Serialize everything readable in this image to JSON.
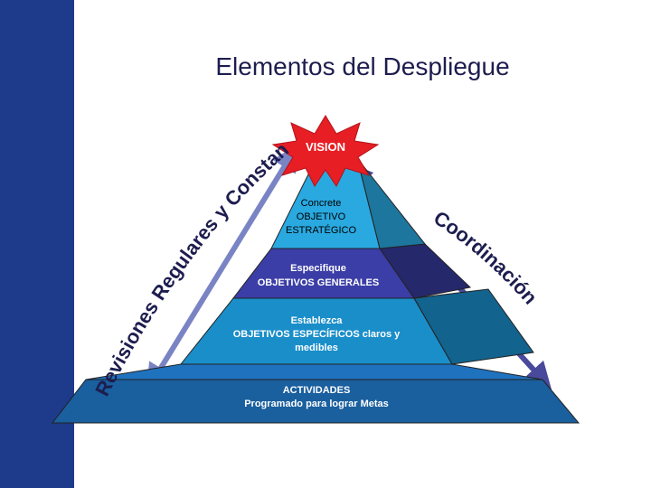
{
  "title": "Elementos del Despliegue",
  "colors": {
    "sidebar": "#1e3a8a",
    "apex": "#29a9e0",
    "level2": "#3b3ea6",
    "level3": "#1a8ec9",
    "level4": "#1a5f9e",
    "starburst": "#e81e25",
    "arrow_left": "#7a84c4",
    "arrow_right": "#4a4a9c"
  },
  "vision": "VISION",
  "levels": [
    {
      "lines": [
        "Concrete",
        "OBJETIVO",
        "ESTRATÉGICO"
      ]
    },
    {
      "lines": [
        "Especifique",
        "OBJETIVOS GENERALES"
      ]
    },
    {
      "lines": [
        "Establezca",
        "OBJETIVOS ESPECÍFICOS claros y",
        "medibles"
      ]
    },
    {
      "lines": [
        "ACTIVIDADES",
        "Programado para lograr Metas"
      ]
    }
  ],
  "left_curve_text": "Revisiones Regulares y Constantes",
  "right_curve_text": "Coordinación"
}
